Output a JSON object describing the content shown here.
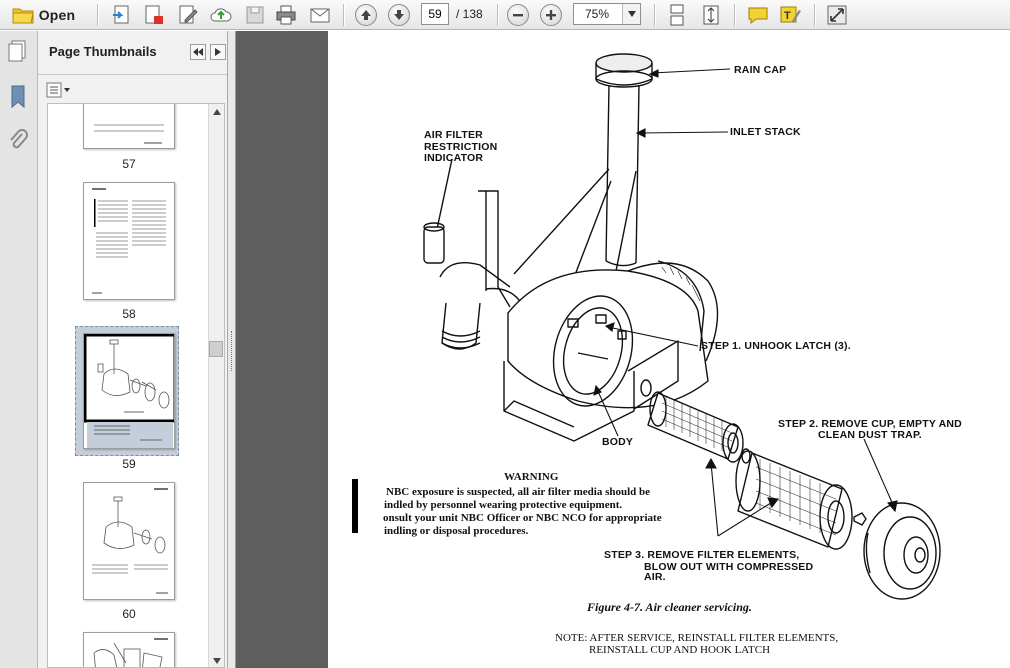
{
  "toolbar": {
    "open_label": "Open",
    "page_current": "59",
    "page_total": "/ 138",
    "zoom_value": "75%"
  },
  "thumbnails": {
    "title": "Page Thumbnails",
    "pages": [
      {
        "number": "57"
      },
      {
        "number": "58"
      },
      {
        "number": "59",
        "selected": true
      },
      {
        "number": "60"
      }
    ]
  },
  "document": {
    "labels": {
      "rain_cap": "RAIN CAP",
      "inlet_stack": "INLET STACK",
      "air_filter_1": "AIR FILTER",
      "air_filter_2": "RESTRICTION",
      "air_filter_3": "INDICATOR",
      "step1": "STEP 1.  UNHOOK LATCH (3).",
      "step2_1": "STEP 2.  REMOVE CUP, EMPTY AND",
      "step2_2": "CLEAN DUST TRAP.",
      "body": "BODY",
      "step3_1": "STEP 3.  REMOVE FILTER ELEMENTS,",
      "step3_2": "BLOW OUT WITH COMPRESSED",
      "step3_3": "AIR."
    },
    "warning": {
      "title": "WARNING",
      "lines": [
        "NBC exposure is suspected, all air filter media should be",
        "indled by personnel wearing protective equipment.",
        "onsult your unit NBC Officer or NBC NCO for appropriate",
        "indling or disposal procedures."
      ]
    },
    "caption": "Figure 4-7. Air cleaner servicing.",
    "note": {
      "line1": "NOTE: AFTER SERVICE, REINSTALL FILTER ELEMENTS,",
      "line2": "REINSTALL CUP AND HOOK LATCH"
    }
  },
  "colors": {
    "toolbar_bg": "#e6e6e6",
    "panel_bg": "#f1f1f1",
    "doc_bg": "#5e5e5e",
    "selection": "#c3ceda",
    "icon_green": "#3a9a3a",
    "icon_yellow": "#f3c51c"
  }
}
